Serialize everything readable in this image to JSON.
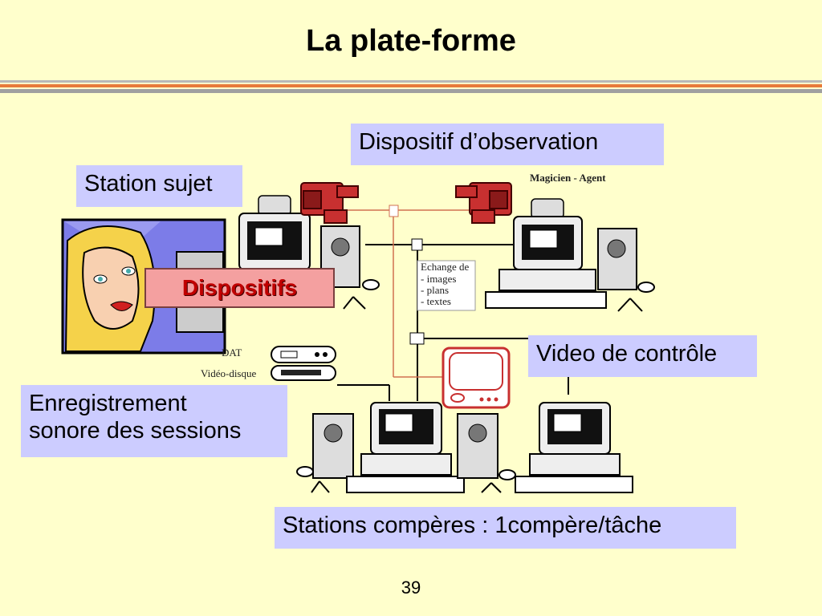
{
  "slide": {
    "title": "La plate-forme",
    "page_number": "39"
  },
  "labels": {
    "observation": "Dispositif d’observation",
    "station_sujet": "Station sujet",
    "dispositifs": "Dispositifs",
    "video_controle": "Video de contrôle",
    "enregistrement_line1": "Enregistrement",
    "enregistrement_line2": "sonore des sessions",
    "stations_comperes": "Stations compères : 1compère/tâche"
  },
  "diagram_text": {
    "magicien": "Magicien - Agent",
    "echange_title": "Echange de",
    "echange_items": [
      "- images",
      "- plans",
      "- textes"
    ],
    "dat": "DAT",
    "video_disque": "Vidéo-disque"
  },
  "colors": {
    "background": "#FFFFCC",
    "label_box": "#CCCCFF",
    "dispositifs_box": "#F4A0A0",
    "dispositifs_text": "#C00000",
    "rule_orange": "#E87A3A",
    "rule_grey": "#A0A0A0",
    "camera_red": "#C83030"
  }
}
